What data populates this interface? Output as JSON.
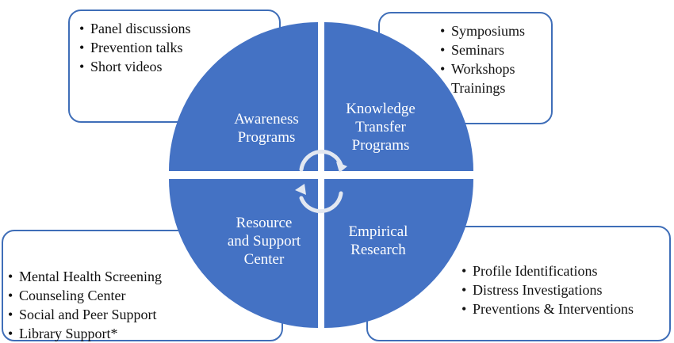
{
  "colors": {
    "quadrant_fill": "#4472c4",
    "box_border": "#3f6eb8",
    "arrow": "#e3e8f1",
    "label_text": "#ffffff"
  },
  "quadrants": {
    "top_left": {
      "label_lines": [
        "Awareness",
        "Programs"
      ]
    },
    "top_right": {
      "label_lines": [
        "Knowledge",
        "Transfer",
        "Programs"
      ]
    },
    "bottom_left": {
      "label_lines": [
        "Resource",
        "and Support",
        "Center"
      ]
    },
    "bottom_right": {
      "label_lines": [
        "Empirical",
        "Research"
      ]
    }
  },
  "boxes": {
    "top_left": {
      "items": [
        "Panel discussions",
        "Prevention talks",
        "Short videos"
      ]
    },
    "top_right": {
      "items": [
        "Symposiums",
        "Seminars",
        "Workshops",
        "Trainings"
      ]
    },
    "bottom_left": {
      "items": [
        "Mental Health Screening",
        "Counseling Center",
        "Social and Peer Support",
        "Library Support*"
      ]
    },
    "bottom_right": {
      "items": [
        "Profile Identifications",
        "Distress Investigations",
        "Preventions & Interventions"
      ]
    }
  },
  "cycle_arrows": {
    "icon": "circular-arrows-icon"
  }
}
